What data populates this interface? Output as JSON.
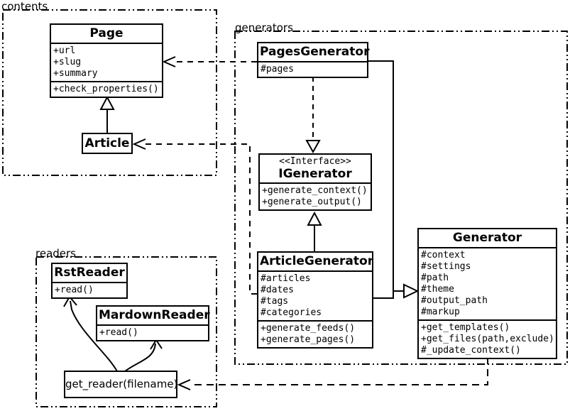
{
  "diagram": {
    "kind": "uml-class-diagram",
    "colors": {
      "line": "#000000",
      "background": "#ffffff"
    }
  },
  "packages": {
    "contents": {
      "label": "contents"
    },
    "generators": {
      "label": "generators"
    },
    "readers": {
      "label": "readers"
    }
  },
  "classes": {
    "page": {
      "title": "Page",
      "attributes": [
        "+url",
        "+slug",
        "+summary"
      ],
      "methods": [
        "+check_properties()"
      ]
    },
    "article": {
      "title": "Article"
    },
    "pages_generator": {
      "title": "PagesGenerator",
      "attributes": [
        "#pages"
      ]
    },
    "igenerator": {
      "stereotype": "<<Interface>>",
      "title": "IGenerator",
      "methods": [
        "+generate_context()",
        "+generate_output()"
      ]
    },
    "article_generator": {
      "title": "ArticleGenerator",
      "attributes": [
        "#articles",
        "#dates",
        "#tags",
        "#categories"
      ],
      "methods": [
        "+generate_feeds()",
        "+generate_pages()"
      ]
    },
    "generator": {
      "title": "Generator",
      "attributes": [
        "#context",
        "#settings",
        "#path",
        "#theme",
        "#output_path",
        "#markup"
      ],
      "methods": [
        "+get_templates()",
        "+get_files(path,exclude)",
        "#_update_context()"
      ]
    },
    "rst_reader": {
      "title": "RstReader",
      "methods": [
        "+read()"
      ]
    },
    "mardown_reader": {
      "title": "MardownReader",
      "methods": [
        "+read()"
      ]
    },
    "get_reader": {
      "label": "get_reader(filename)"
    }
  },
  "relations": [
    {
      "from": "Article",
      "to": "Page",
      "type": "inheritance",
      "style": "solid"
    },
    {
      "from": "PagesGenerator",
      "to": "Page",
      "type": "dependency",
      "style": "dashed"
    },
    {
      "from": "PagesGenerator",
      "to": "IGenerator",
      "type": "realization",
      "style": "dashed"
    },
    {
      "from": "ArticleGenerator",
      "to": "IGenerator",
      "type": "inheritance",
      "style": "solid"
    },
    {
      "from": "ArticleGenerator",
      "to": "Article",
      "type": "dependency",
      "style": "dashed"
    },
    {
      "from": "PagesGenerator",
      "to": "Generator",
      "type": "inheritance",
      "style": "solid"
    },
    {
      "from": "ArticleGenerator",
      "to": "Generator",
      "type": "inheritance",
      "style": "solid"
    },
    {
      "from": "Generator",
      "to": "get_reader(filename)",
      "type": "dependency",
      "style": "dashed"
    },
    {
      "from": "get_reader(filename)",
      "to": "RstReader",
      "type": "flow",
      "style": "solid-curved"
    },
    {
      "from": "get_reader(filename)",
      "to": "MardownReader",
      "type": "flow",
      "style": "solid-curved"
    }
  ]
}
